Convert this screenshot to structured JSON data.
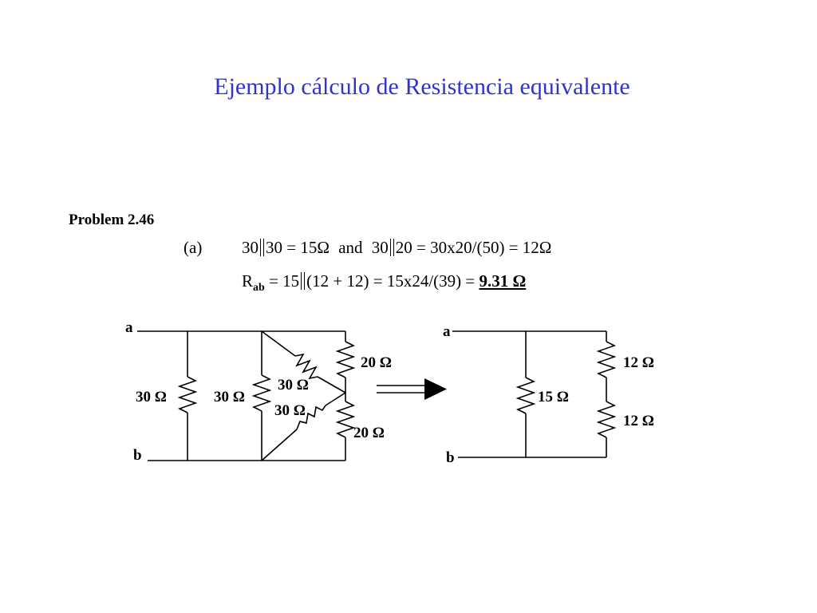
{
  "title": "Ejemplo cálculo de Resistencia equivalente",
  "problem": "Problem 2.46",
  "equations": {
    "label": "(a)",
    "line1": {
      "p1_a": "30",
      "p1_b": "30 = 15Ω",
      "and": "and",
      "p2_a": "30",
      "p2_b": "20 = 30x20/(50) = 12Ω"
    },
    "line2": {
      "r": "R",
      "r_sub": "ab",
      "lhs": " = 15",
      "rhs": "(12 + 12) = 15x24/(39) = ",
      "result": "9.31 Ω"
    }
  },
  "circuit_left": {
    "node_a": "a",
    "node_b": "b",
    "r1": "30 Ω",
    "r2": "30 Ω",
    "r3": "30 Ω",
    "r4": "30 Ω",
    "r5": "20 Ω",
    "r6": "20 Ω"
  },
  "circuit_right": {
    "node_a": "a",
    "node_b": "b",
    "r1": "15 Ω",
    "r2": "12 Ω",
    "r3": "12 Ω"
  }
}
